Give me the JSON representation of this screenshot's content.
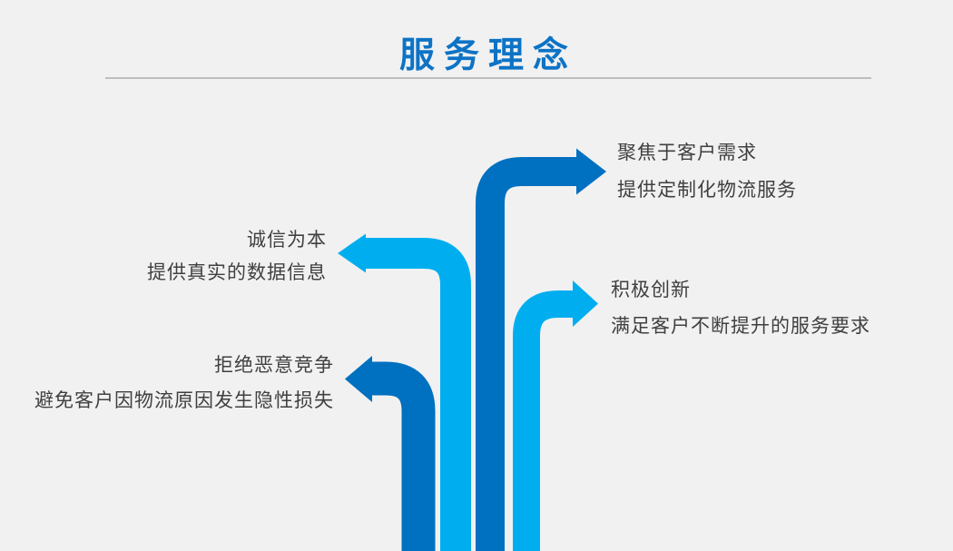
{
  "header": {
    "title": "服务理念"
  },
  "colors": {
    "background": "#f1f1f2",
    "title": "#0d73c5",
    "divider": "#bdbdbd",
    "text": "#404040",
    "dark_blue": "#0070c0",
    "light_blue": "#00aeef"
  },
  "items": [
    {
      "line1": "聚焦于客户需求",
      "line2": "提供定制化物流服务",
      "arrow_color": "#0070c0",
      "arrow_direction": "right"
    },
    {
      "line1": "诚信为本",
      "line2": "提供真实的数据信息",
      "arrow_color": "#00aeef",
      "arrow_direction": "left"
    },
    {
      "line1": "积极创新",
      "line2": "满足客户不断提升的服务要求",
      "arrow_color": "#00aeef",
      "arrow_direction": "right"
    },
    {
      "line1": "拒绝恶意竞争",
      "line2": "避免客户因物流原因发生隐性损失",
      "arrow_color": "#0070c0",
      "arrow_direction": "left"
    }
  ]
}
